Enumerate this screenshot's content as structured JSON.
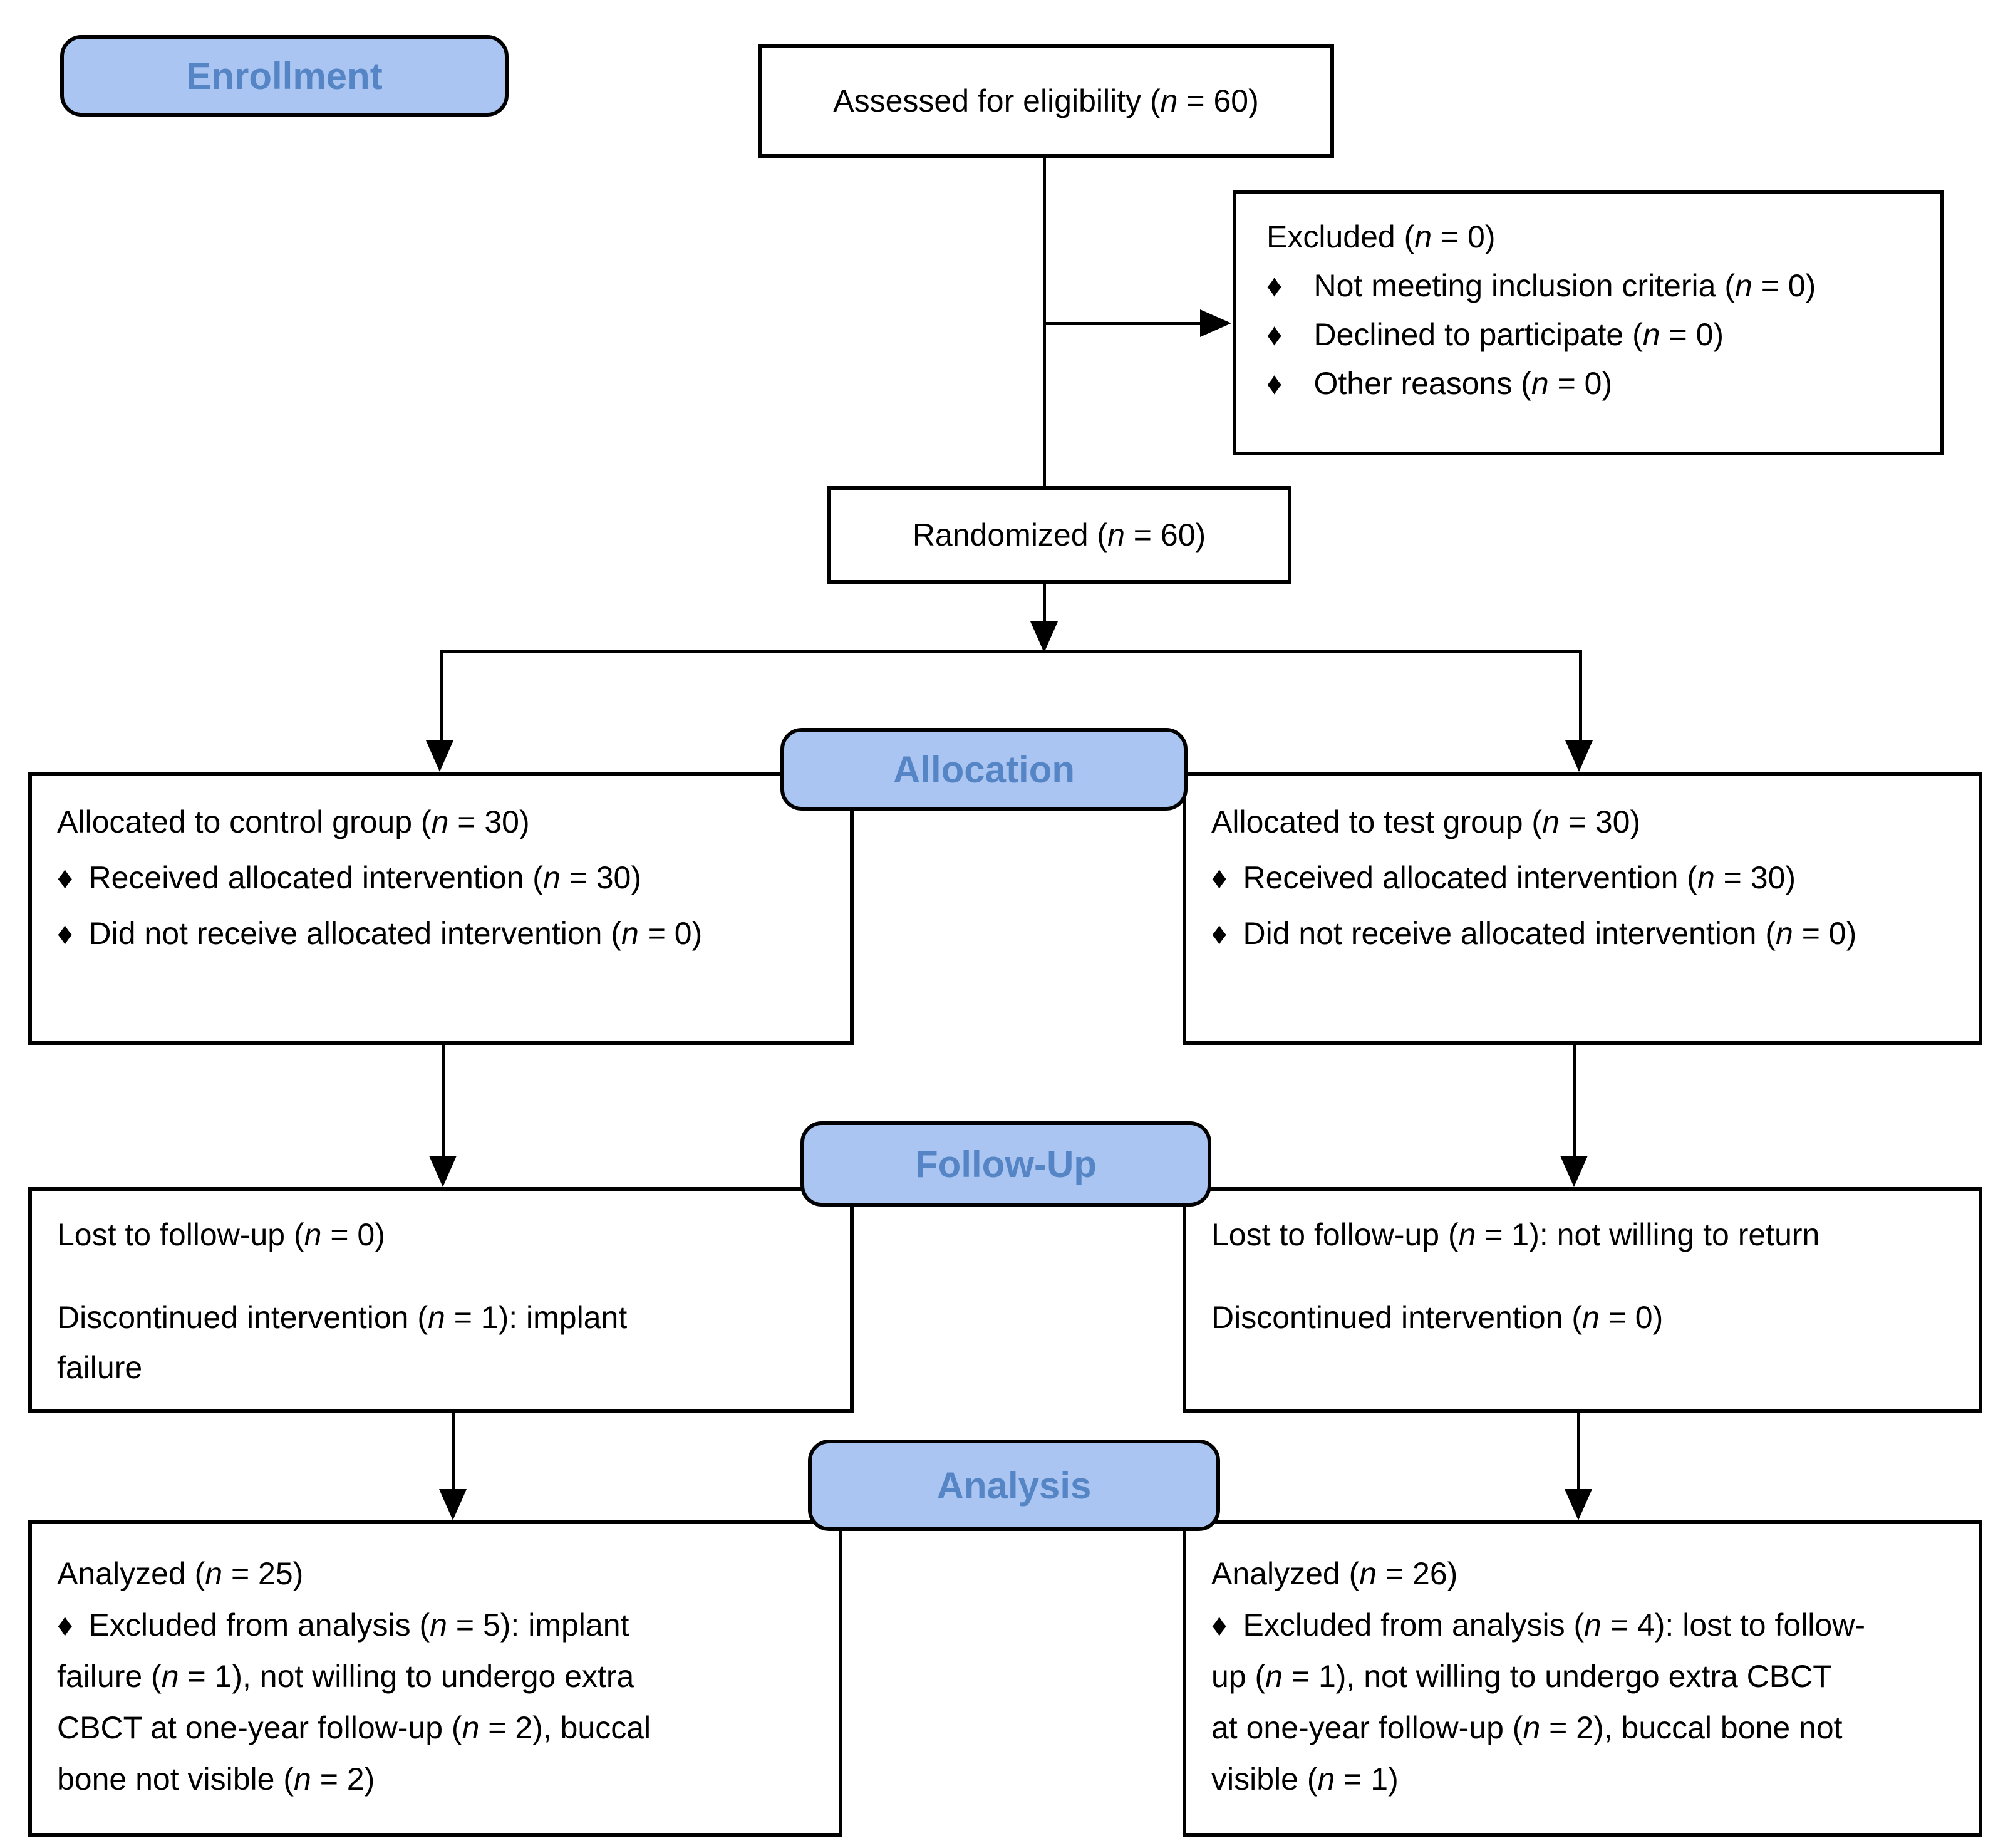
{
  "figure": {
    "kind": "CONSORT participant flow diagram"
  },
  "colors": {
    "label_fill": "#aac5f1",
    "label_text": "#5585c5",
    "line_color": "#000000",
    "box_bg": "#ffffff",
    "text_color": "#000000"
  },
  "stages": {
    "enrollment": "Enrollment",
    "allocation": "Allocation",
    "followup": "Follow-Up",
    "analysis": "Analysis"
  },
  "boxes": {
    "assessed": "Assessed for eligibility (n = 60)",
    "excluded": "Excluded (n = 0)\n♦ Not meeting inclusion criteria (n = 0)\n♦ Declined to participate (n = 0)\n♦ Other reasons (n = 0)",
    "randomized": "Randomized (n = 60)",
    "allocated_control": "Allocated to control group (n = 30)\n♦ Received allocated intervention (n = 30)\n♦ Did not receive allocated intervention (n = 0)",
    "allocated_test": "Allocated to test group (n = 30)\n♦ Received allocated intervention (n = 30)\n♦ Did not receive allocated intervention (n = 0)",
    "followup_control": [
      "Lost to follow-up (n = 0)",
      "Discontinued intervention (n = 1): implant\nfailure"
    ],
    "followup_test": [
      "Lost to follow-up (n = 1): not willing to return",
      "Discontinued intervention (n = 0)"
    ],
    "analyzed_control": "Analyzed (n = 25)\n♦ Excluded from analysis (n = 5): implant\nfailure (n = 1), not willing to undergo extra\nCBCT at one-year follow-up (n = 2), buccal\nbone not visible (n = 2)",
    "analyzed_test": "Analyzed (n = 26)\n♦ Excluded from analysis (n = 4): lost to follow-\nup (n = 1), not willing to undergo extra CBCT\nat one-year follow-up (n = 2), buccal bone not\nvisible (n = 1)"
  }
}
